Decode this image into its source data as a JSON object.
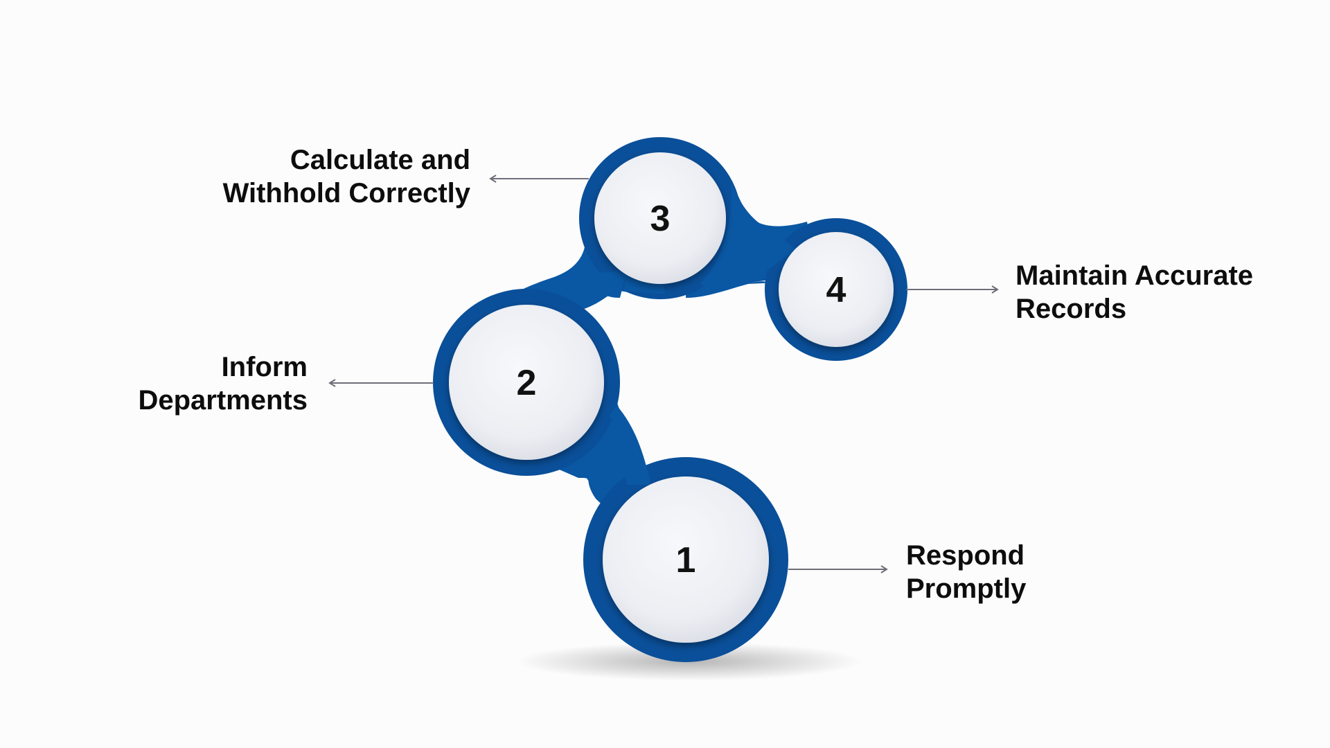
{
  "colors": {
    "background": "#fcfcfd",
    "connector_blue": "#0a57a3",
    "ring_blue": "#0a4f99",
    "disc_fill": "#f1f2f6",
    "arrow_gray": "#6f6d78",
    "text": "#0d0d0d"
  },
  "steps": [
    {
      "number": "1",
      "label_lines": [
        "Respond",
        "Promptly"
      ]
    },
    {
      "number": "2",
      "label_lines": [
        "Inform",
        "Departments"
      ]
    },
    {
      "number": "3",
      "label_lines": [
        "Calculate and",
        "Withhold Correctly"
      ]
    },
    {
      "number": "4",
      "label_lines": [
        "Maintain Accurate",
        "Records"
      ]
    }
  ]
}
